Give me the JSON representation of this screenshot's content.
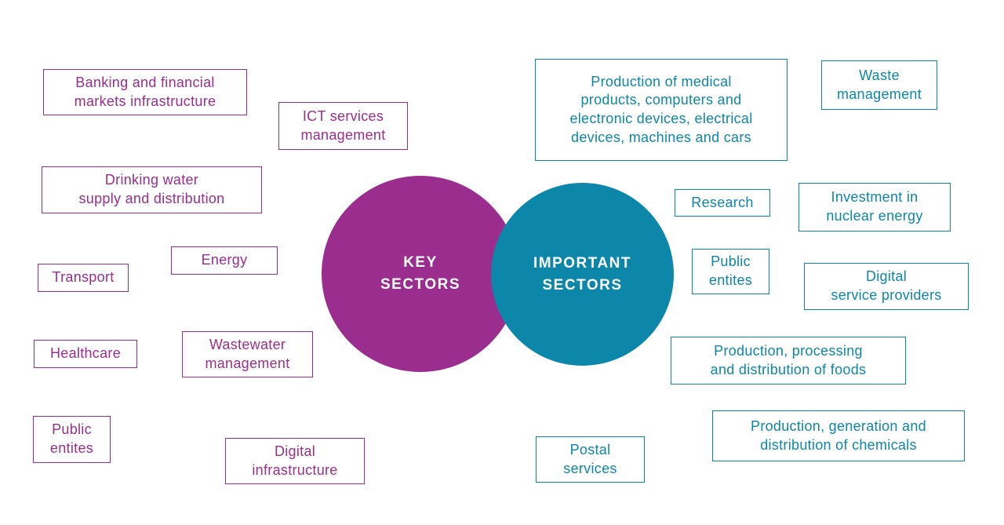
{
  "colors": {
    "key_sectors": "#9b2d8e",
    "important_sectors": "#0d87a9",
    "background": "#ffffff",
    "circle_text": "#ffffff"
  },
  "circles": {
    "key": {
      "label": "KEY\nSECTORS"
    },
    "important": {
      "label": "IMPORTANT\nSECTORS"
    }
  },
  "key_sector_boxes": [
    {
      "label": "Banking and financial\nmarkets infrastructure"
    },
    {
      "label": "ICT services\nmanagement"
    },
    {
      "label": "Drinking water\nsupply and distribution"
    },
    {
      "label": "Energy"
    },
    {
      "label": "Transport"
    },
    {
      "label": "Wastewater\nmanagement"
    },
    {
      "label": "Healthcare"
    },
    {
      "label": "Public\nentites"
    },
    {
      "label": "Digital\ninfrastructure"
    }
  ],
  "important_sector_boxes": [
    {
      "label": "Production of medical\nproducts, computers and\nelectronic devices, electrical\ndevices, machines and cars"
    },
    {
      "label": "Waste\nmanagement"
    },
    {
      "label": "Research"
    },
    {
      "label": "Investment in\nnuclear energy"
    },
    {
      "label": "Public\nentites"
    },
    {
      "label": "Digital\nservice providers"
    },
    {
      "label": "Production, processing\nand distribution of foods"
    },
    {
      "label": "Postal\nservices"
    },
    {
      "label": "Production, generation and\ndistribution of chemicals"
    }
  ]
}
